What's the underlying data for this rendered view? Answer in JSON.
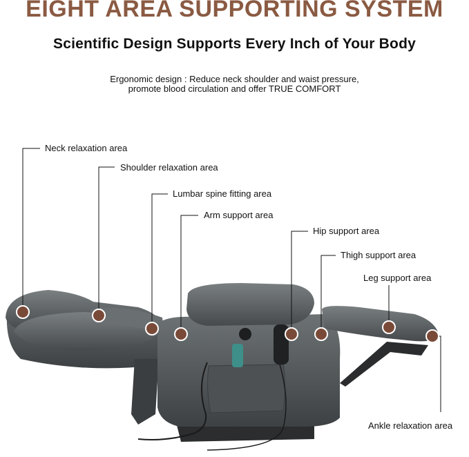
{
  "title": "EIGHT AREA SUPPORTING SYSTEM",
  "subtitle": "Scientific Design Supports Every Inch of Your Body",
  "description": {
    "line1": "Ergonomic design : Reduce neck shoulder and waist pressure,",
    "line2": "promote blood circulation and offer TRUE COMFORT"
  },
  "areas": [
    {
      "label": "Neck relaxation area"
    },
    {
      "label": "Shoulder relaxation area"
    },
    {
      "label": "Lumbar spine fitting area"
    },
    {
      "label": "Arm support area"
    },
    {
      "label": "Hip support area"
    },
    {
      "label": "Thigh support area"
    },
    {
      "label": "Leg support area"
    },
    {
      "label": "Ankle relaxation area"
    }
  ],
  "colors": {
    "title": "#8a5a42",
    "marker": "#7a4a38",
    "chair": "#5b6062"
  }
}
